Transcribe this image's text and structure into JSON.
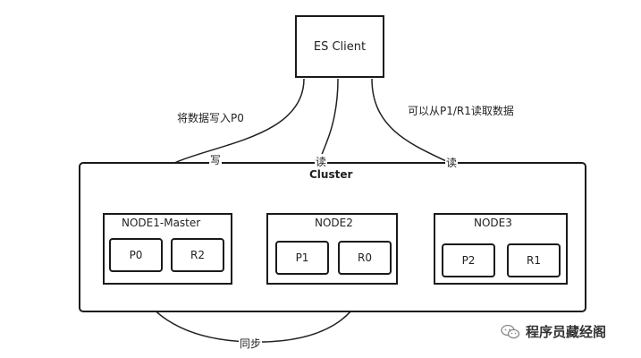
{
  "client": {
    "label": "ES Client"
  },
  "cluster": {
    "label": "Cluster"
  },
  "nodes": [
    {
      "title": "NODE1-Master",
      "shards": [
        "P0",
        "R2"
      ]
    },
    {
      "title": "NODE2",
      "shards": [
        "P1",
        "R0"
      ]
    },
    {
      "title": "NODE3",
      "shards": [
        "P2",
        "R1"
      ]
    }
  ],
  "annotations": {
    "write_note": "将数据写入P0",
    "read_note": "可以从P1/R1读取数据"
  },
  "edges": {
    "write": "写",
    "read_node2": "读",
    "read_node3": "读",
    "sync": "同步"
  },
  "watermark": {
    "text": "程序员藏经阁",
    "icon": "wechat-icon"
  }
}
